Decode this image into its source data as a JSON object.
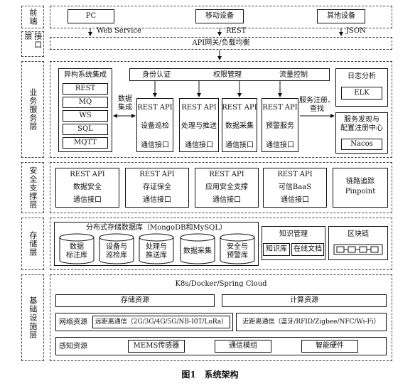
{
  "layers": {
    "frontend": "前端",
    "interface": "接口层",
    "business": "业务服务层",
    "security": "安全支撑层",
    "storage": "存储层",
    "infra": "基础设施层"
  },
  "frontend": {
    "pc": "PC",
    "mobile": "移动设备",
    "other": "其他设备"
  },
  "protocols": {
    "web_service": "Web Service",
    "rest": "REST",
    "json": "JSON"
  },
  "interface": {
    "gateway": "API网关/负载均衡"
  },
  "business": {
    "hetero_title": "异构系统集成",
    "hetero_items": [
      "REST",
      "MQ",
      "WS",
      "SQL",
      "MQTT"
    ],
    "data_integration": "数据\n集成",
    "auth": "身份认证",
    "permission": "权限管理",
    "flow": "流量控制",
    "services": [
      {
        "api": "REST API",
        "name": "设备巡检",
        "comm": "通信接口"
      },
      {
        "api": "REST API",
        "name": "处理与推送",
        "comm": "通信接口"
      },
      {
        "api": "REST API",
        "name": "数据采集",
        "comm": "通信接口"
      },
      {
        "api": "REST API",
        "name": "预警服务",
        "comm": "通信接口"
      }
    ],
    "service_register": "服务注册、\n查找",
    "log_title": "日志分析",
    "elk": "ELK",
    "discovery_title": "服务发现与\n配置注册中心",
    "nacos": "Nacos"
  },
  "security": {
    "modules": [
      {
        "api": "REST API",
        "name": "数据安全",
        "comm": "通信接口"
      },
      {
        "api": "REST API",
        "name": "存证保全",
        "comm": "通信接口"
      },
      {
        "api": "REST API",
        "name": "应用安全支撑",
        "comm": "通信接口"
      },
      {
        "api": "REST API",
        "name": "可信BaaS",
        "comm": "通信接口"
      }
    ],
    "trace_title": "链路追踪",
    "pinpoint": "Pinpoint"
  },
  "storage": {
    "db_title": "分布式存储数据库（MongoDB和MySQL）",
    "dbs": [
      "数据\n标注库",
      "设备与\n巡检库",
      "处理与\n推送库",
      "数据采集",
      "安全与\n预警库"
    ],
    "knowledge_title": "知识管理",
    "knowledge_items": [
      "知识库",
      "在线文档"
    ],
    "blockchain_title": "区块链"
  },
  "infra": {
    "platform": "K8s/Docker/Spring Cloud",
    "storage_res": "存储资源",
    "compute_res": "计算资源",
    "network_res": "网络资源",
    "remote_comm": "远距离通信（2G/3G/4G/5G/NB-I0T/LoRa）",
    "near_comm": "近距离通信（蓝牙/RFID/Zigbee/NFC/Wi-Fi）",
    "sensing_res": "感知资源",
    "mems": "MEMS传感器",
    "comm_module": "通信模组",
    "smart_hw": "智能硬件"
  },
  "caption": "图1　系统架构"
}
